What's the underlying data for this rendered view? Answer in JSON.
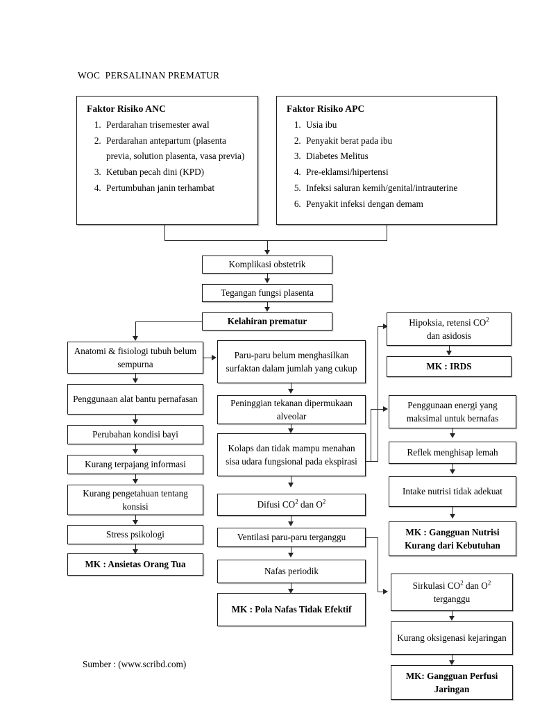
{
  "document": {
    "title": "WOC  PERSALINAN PREMATUR",
    "source": "Sumber : (www.scribd.com)"
  },
  "panels": {
    "anc": {
      "heading": "Faktor Risiko ANC",
      "items": [
        "Perdarahan trisemester awal",
        "Perdarahan antepartum (plasenta previa, solution plasenta, vasa previa)",
        "Ketuban pecah dini (KPD)",
        "Pertumbuhan janin terhambat"
      ]
    },
    "apc": {
      "heading": "Faktor Risiko APC",
      "items": [
        "Usia ibu",
        "Penyakit berat pada ibu",
        "Diabetes Melitus",
        "Pre-eklamsi/hipertensi",
        "Infeksi saluran kemih/genital/intrauterine",
        "Penyakit infeksi dengan demam"
      ]
    }
  },
  "trunk": {
    "komplikasi": "Komplikasi obstetrik",
    "tegangan": "Tegangan fungsi plasenta",
    "kelahiran": "Kelahiran prematur"
  },
  "left_chain": {
    "anatomi": "Anatomi & fisiologi tubuh belum sempurna",
    "alat_bantu": "Penggunaan alat bantu pernafasan",
    "perubahan": "Perubahan kondisi bayi",
    "terpajang": "Kurang terpajang informasi",
    "pengetahuan": "Kurang pengetahuan tentang konsisi",
    "stress": "Stress psikologi",
    "mk_ansietas": "MK : Ansietas Orang Tua"
  },
  "center_chain": {
    "surfaktan": "Paru-paru belum menghasilkan surfaktan dalam jumlah yang cukup",
    "peninggian": "Peninggian tekanan dipermukaan alveolar",
    "kolaps": "Kolaps dan tidak mampu menahan sisa udara fungsional pada ekspirasi",
    "difusi_pre": "Difusi CO",
    "difusi_sup1": "2",
    "difusi_mid": " dan O",
    "difusi_sup2": "2",
    "ventilasi": "Ventilasi paru-paru terganggu",
    "nafas": "Nafas periodik",
    "mk_pola_nafas": "MK : Pola Nafas Tidak Efektif"
  },
  "right_chain": {
    "hipoksia_pre": "Hipoksia, retensi CO",
    "hipoksia_sup": "2",
    "hipoksia_post": "dan asidosis",
    "mk_irds": "MK : IRDS",
    "energi": "Penggunaan energi yang maksimal untuk bernafas",
    "reflek": "Reflek menghisap lemah",
    "intake": "Intake nutrisi tidak adekuat",
    "mk_nutrisi": "MK : Gangguan Nutrisi Kurang dari Kebutuhan",
    "sirkulasi_pre": "Sirkulasi CO",
    "sirkulasi_sup1": "2",
    "sirkulasi_mid": " dan O",
    "sirkulasi_sup2": "2",
    "sirkulasi_post": "terganggu",
    "oksigenasi": "Kurang oksigenasi kejaringan",
    "mk_perfusi": "MK: Gangguan Perfusi Jaringan"
  },
  "colors": {
    "stroke": "#1a1a1a",
    "connector": "#262626",
    "background": "#ffffff"
  }
}
